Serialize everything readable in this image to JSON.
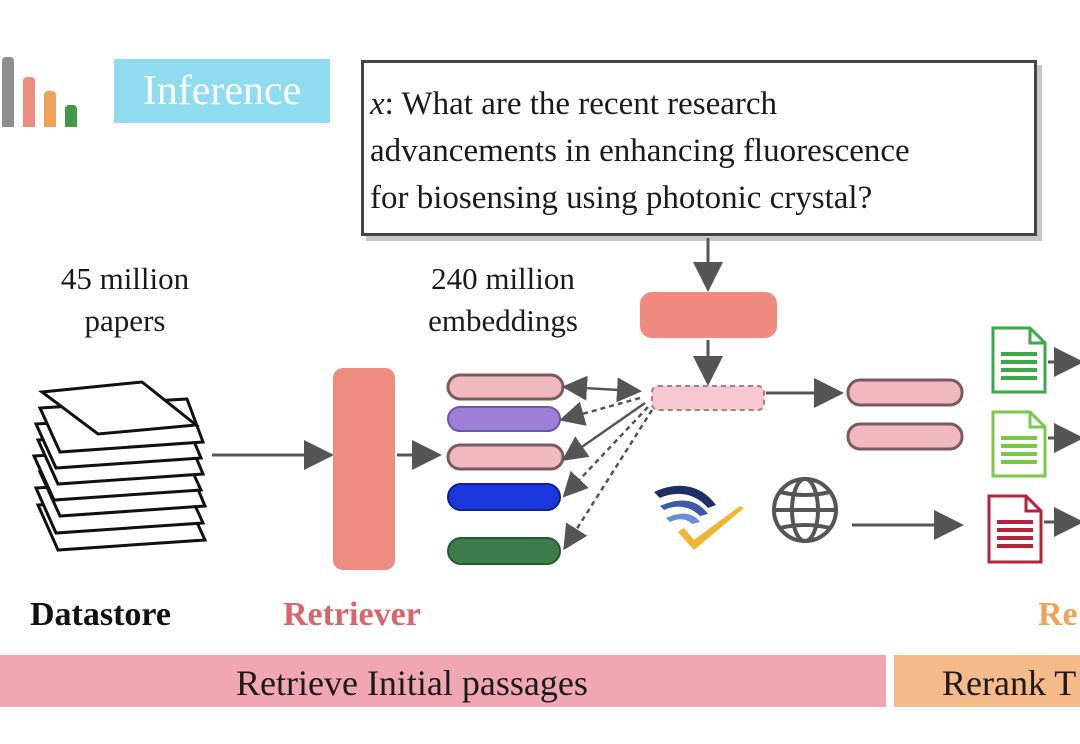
{
  "header": {
    "badge": "Inference"
  },
  "query": {
    "label": "x",
    "lines": [
      ": What are the recent research",
      "advancements in enhancing fluorescence",
      "for biosensing using photonic crystal?"
    ]
  },
  "datastore": {
    "count_line1": "45 million",
    "count_line2": "papers",
    "label": "Datastore"
  },
  "embeddings": {
    "count_line1": "240 million",
    "count_line2": "embeddings"
  },
  "retriever": {
    "label": "Retriever"
  },
  "reranker": {
    "label_partial": "Re"
  },
  "bands": {
    "retrieve": "Retrieve Initial passages",
    "rerank": "Rerank T"
  },
  "colors": {
    "badge": "#8fdcef",
    "retriever": "#ef8c80",
    "retrieve_band": "#f1a7b3",
    "rerank_band": "#f6b98a",
    "pink_pill": "#f2b8c0",
    "purple_pill": "#9c7fd6",
    "blue_pill": "#1a37e0",
    "green_pill": "#3a7d4a",
    "doc_green": "#3ca84a",
    "doc_red": "#b3243b"
  },
  "icons": [
    "bar-logo-icon",
    "paper-stack-icon",
    "semantic-scholar-icon",
    "globe-icon",
    "document-icon"
  ]
}
